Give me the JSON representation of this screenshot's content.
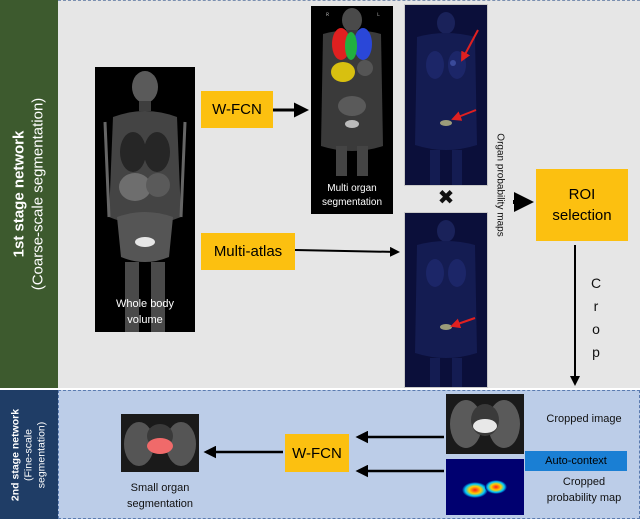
{
  "stage1": {
    "title": "1st stage network",
    "subtitle": "(Coarse-scale segmentation)"
  },
  "stage2": {
    "title": "2nd stage network",
    "subtitle1": "(Fine-scale",
    "subtitle2": "segmentation)"
  },
  "labels": {
    "whole_body_line1": "Whole body",
    "whole_body_line2": "volume",
    "wfcn_top": "W-FCN",
    "multi_atlas": "Multi-atlas",
    "multi_organ_line1": "Multi organ",
    "multi_organ_line2": "segmentation",
    "organ_prob_maps": "Organ probability maps",
    "roi_line1": "ROI",
    "roi_line2": "selection",
    "crop": [
      "C",
      "r",
      "o",
      "p"
    ],
    "multiply_symbol": "✖",
    "cropped_image": "Cropped image",
    "auto_context": "Auto-context",
    "cropped_prob_line1": "Cropped",
    "cropped_prob_line2": "probability map",
    "wfcn_bottom": "W-FCN",
    "small_organ_line1": "Small organ",
    "small_organ_line2": "segmentation"
  },
  "colors": {
    "stage1_sidebar": "#3d5a2e",
    "stage2_sidebar": "#1f3d66",
    "stage1_bg": "#e6e6e6",
    "stage2_bg": "#bccde8",
    "box_yellow": "#fcc010",
    "auto_context": "#1a7fd4",
    "pointer_red": "#e02020"
  }
}
